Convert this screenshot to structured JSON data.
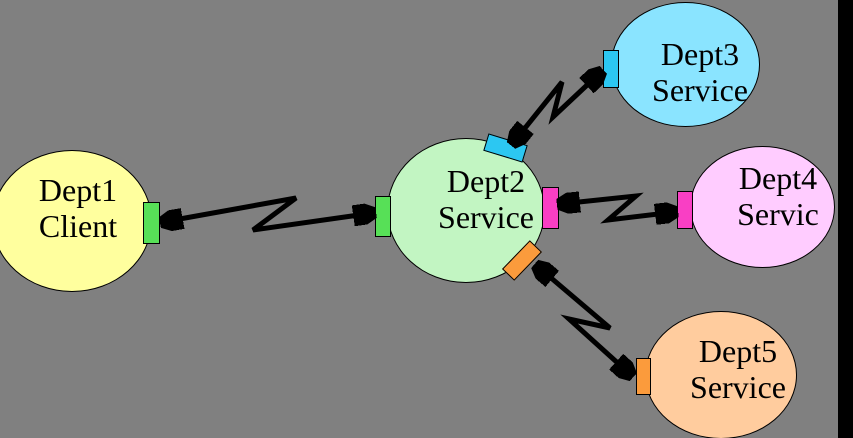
{
  "diagram": {
    "background_color": "#808080",
    "right_edge_bar_color": "#000000",
    "arrow_color": "#000000",
    "nodes": [
      {
        "id": "dept1",
        "line1": "Dept1",
        "line2": "Client",
        "fill": "#FFFF9E",
        "port_colors": [
          "#57E057"
        ]
      },
      {
        "id": "dept2",
        "line1": "Dept2",
        "line2": "Service",
        "fill": "#C2F5C2",
        "port_colors": [
          "#57E057",
          "#2CC7F2",
          "#F93FC4",
          "#FB9B3C"
        ]
      },
      {
        "id": "dept3",
        "line1": "Dept3",
        "line2": "Service",
        "fill": "#8AE4FF",
        "port_colors": [
          "#2CC7F2"
        ]
      },
      {
        "id": "dept4",
        "line1": "Dept4",
        "line2": "Servic",
        "fill": "#FFCCFF",
        "port_colors": [
          "#F93FC4"
        ]
      },
      {
        "id": "dept5",
        "line1": "Dept5",
        "line2": "Service",
        "fill": "#FFCC9E",
        "port_colors": [
          "#FB9B3C"
        ]
      }
    ],
    "connections": [
      {
        "from": "dept1",
        "to": "dept2",
        "style": "zigzag-double-headed-arrow",
        "port_color": "#57E057"
      },
      {
        "from": "dept2",
        "to": "dept3",
        "style": "zigzag-double-headed-arrow",
        "port_color": "#2CC7F2"
      },
      {
        "from": "dept2",
        "to": "dept4",
        "style": "zigzag-double-headed-arrow",
        "port_color": "#F93FC4"
      },
      {
        "from": "dept2",
        "to": "dept5",
        "style": "zigzag-double-headed-arrow",
        "port_color": "#FB9B3C"
      }
    ]
  }
}
